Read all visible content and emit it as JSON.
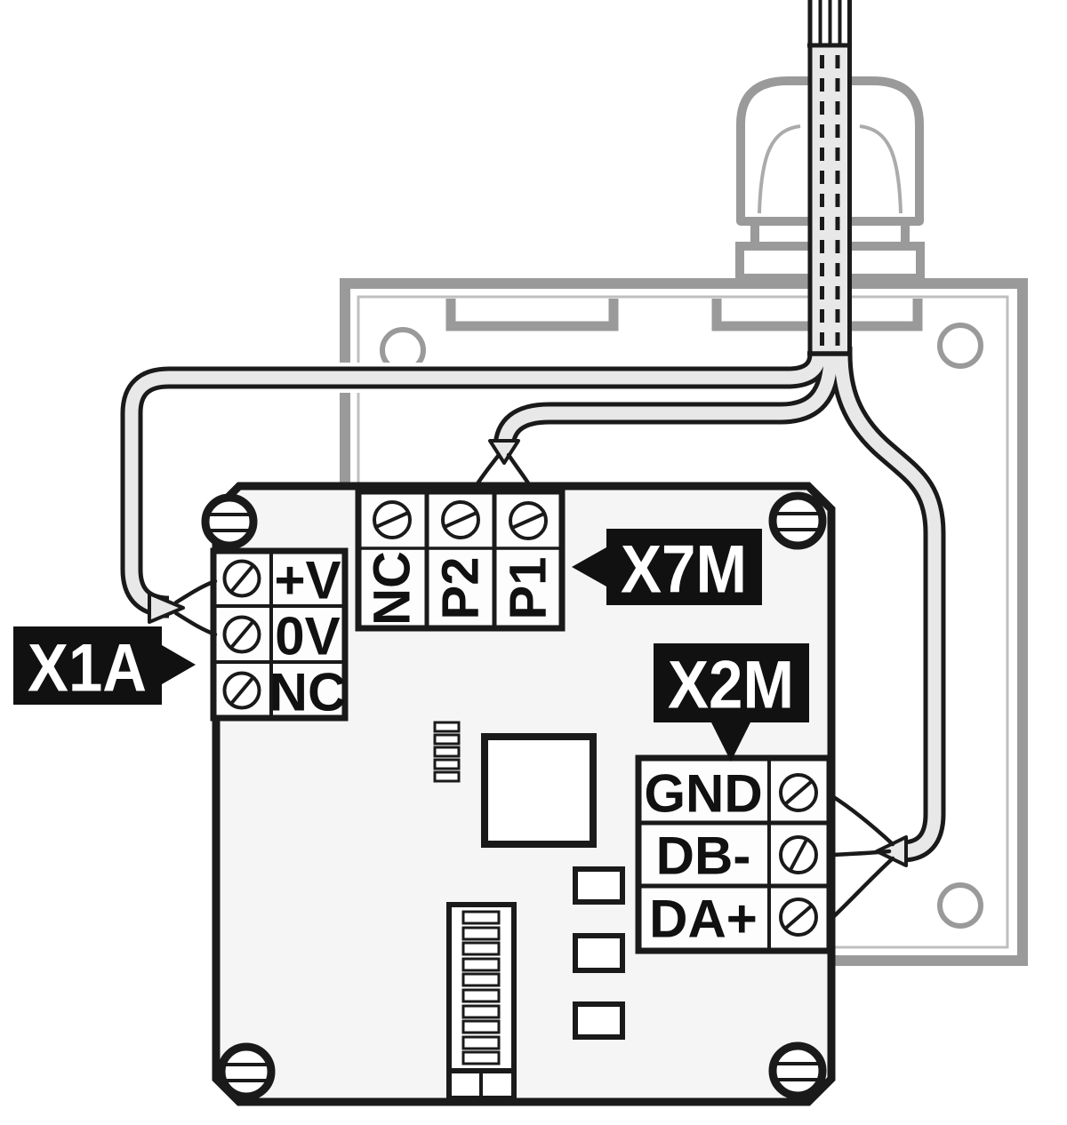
{
  "connectors": {
    "x1a": {
      "label": "X1A",
      "terminals": [
        "+V",
        "0V",
        "NC"
      ]
    },
    "x7m": {
      "label": "X7M",
      "terminals": [
        "NC",
        "P2",
        "P1"
      ]
    },
    "x2m": {
      "label": "X2M",
      "terminals": [
        "GND",
        "DB-",
        "DA+"
      ]
    }
  },
  "colors": {
    "outline": "#1a1a1a",
    "backplate": "#9a9a9a",
    "backplate_inner": "#bfbfbf",
    "wire_fill": "#e8e8e8",
    "board_fill": "#f5f5f5",
    "label_bg": "#111111",
    "label_fg": "#ffffff"
  },
  "icons": {
    "corner_screw": "slotted-screw-icon",
    "terminal_screw": "terminal-screw-icon",
    "x1a_arrow": "arrow-right-icon",
    "x7m_arrow": "arrow-left-icon",
    "x2m_arrow": "arrow-down-icon",
    "cable_gland": "cable-gland-icon"
  }
}
